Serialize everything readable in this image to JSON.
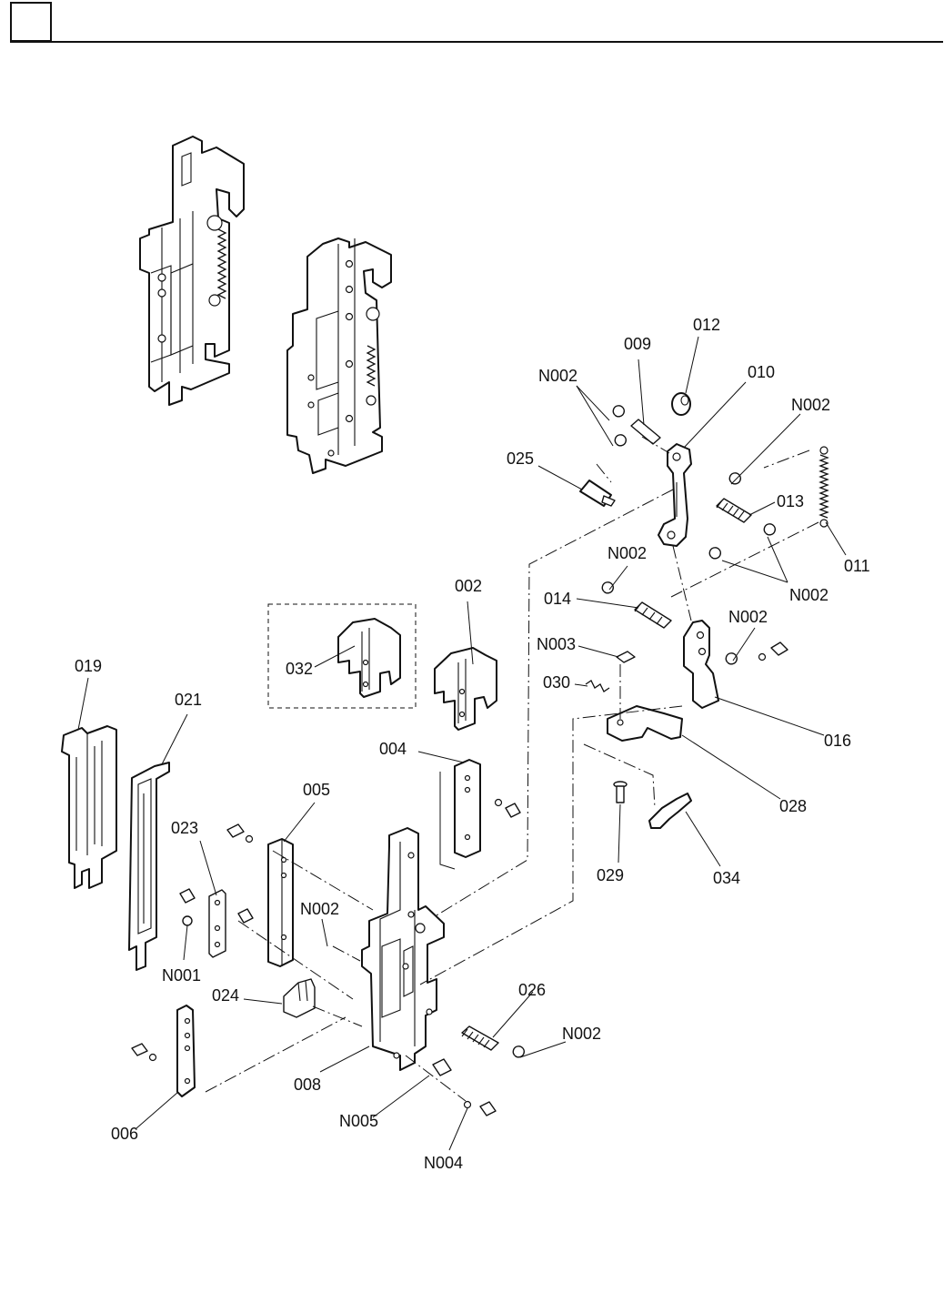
{
  "labels": {
    "p002": "002",
    "p004": "004",
    "p005": "005",
    "p006": "006",
    "p008": "008",
    "p009": "009",
    "p010": "010",
    "p011": "011",
    "p012": "012",
    "p013": "013",
    "p014": "014",
    "p016": "016",
    "p019": "019",
    "p021": "021",
    "p023": "023",
    "p024": "024",
    "p025": "025",
    "p026": "026",
    "p028": "028",
    "p029": "029",
    "p030": "030",
    "p032": "032",
    "p034": "034",
    "n001": "N001",
    "n002": "N002",
    "n003": "N003",
    "n004": "N004",
    "n005": "N005"
  }
}
